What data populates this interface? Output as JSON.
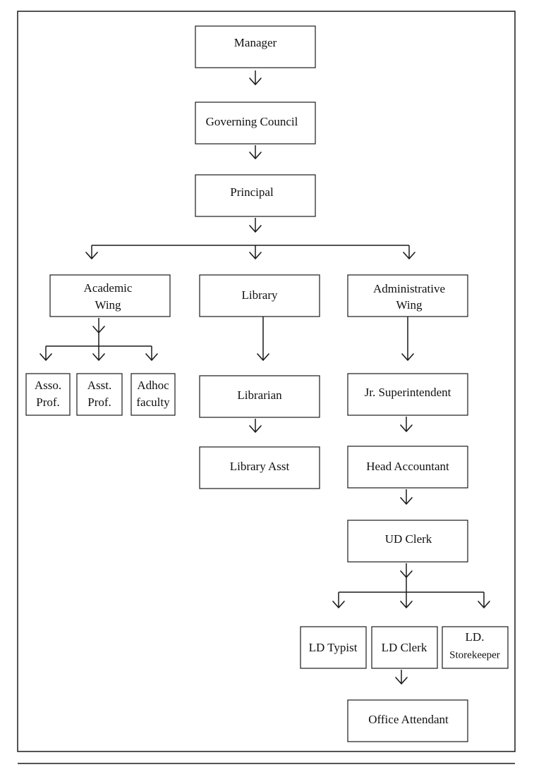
{
  "nodes": {
    "manager": "Manager",
    "governing_council": "Governing Council",
    "principal": "Principal",
    "academic_wing": [
      "Academic",
      "Wing"
    ],
    "library": "Library",
    "administrative_wing": [
      "Administrative",
      "Wing"
    ],
    "asso_prof": [
      "Asso.",
      "Prof."
    ],
    "asst_prof": [
      "Asst.",
      "Prof."
    ],
    "adhoc_faculty": [
      "Adhoc",
      "faculty"
    ],
    "librarian": "Librarian",
    "library_asst": "Library Asst",
    "jr_superintendent": "Jr. Superintendent",
    "head_accountant": "Head Accountant",
    "ud_clerk": "UD Clerk",
    "ld_typist": "LD Typist",
    "ld_clerk": "LD Clerk",
    "ld_storekeeper": [
      "LD.",
      "Storekeeper"
    ],
    "office_attendant": "Office Attendant"
  }
}
